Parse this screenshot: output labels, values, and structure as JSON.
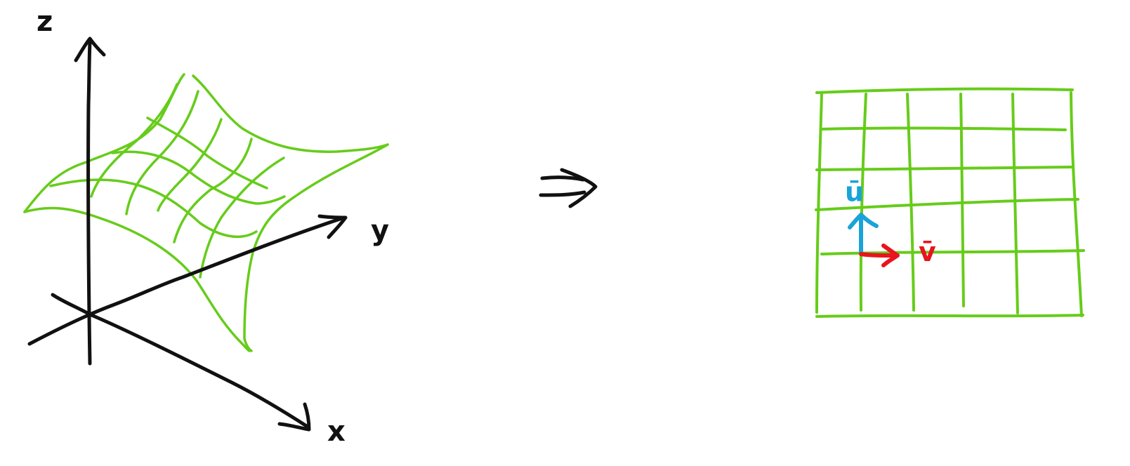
{
  "axes": {
    "z_label": "z",
    "y_label": "y",
    "x_label": "x"
  },
  "vectors": {
    "u_label": "ū",
    "v_label": "v̄"
  },
  "colors": {
    "axis": "#111111",
    "surface": "#66cc1a",
    "u_vector": "#1aa3d9",
    "v_vector": "#e8141e"
  },
  "icons": [
    "implies-arrow-icon"
  ]
}
